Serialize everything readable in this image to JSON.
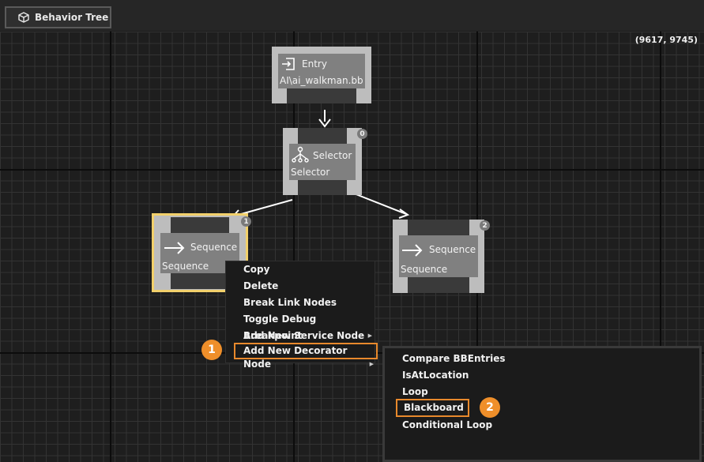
{
  "tab": {
    "icon": "cube-icon",
    "label": "Behavior Tree"
  },
  "canvas": {
    "coordinates": "(9617, 9745)"
  },
  "nodes": {
    "entry": {
      "icon": "entry-icon",
      "title": "Entry",
      "sub": "AI\\ai_walkman.bb"
    },
    "selector": {
      "icon": "selector-icon",
      "title": "Selector",
      "sub": "Selector",
      "badge": "0"
    },
    "sequence_left": {
      "icon": "arrow-right-icon",
      "title": "Sequence",
      "sub": "Sequence",
      "badge": "1"
    },
    "sequence_right": {
      "icon": "arrow-right-icon",
      "title": "Sequence",
      "sub": "Sequence",
      "badge": "2"
    }
  },
  "context_menu": {
    "items": [
      {
        "label": "Copy"
      },
      {
        "label": "Delete"
      },
      {
        "label": "Break Link Nodes"
      },
      {
        "label": "Toggle Debug Breakpoint"
      },
      {
        "label": "Add New Service Node",
        "submenu": true
      },
      {
        "label": "Add New Decorator Node",
        "submenu": true,
        "highlighted": true
      }
    ]
  },
  "submenu": {
    "items": [
      {
        "label": "Compare BBEntries"
      },
      {
        "label": "IsAtLocation"
      },
      {
        "label": "Loop"
      },
      {
        "label": "Blackboard",
        "highlighted": true
      },
      {
        "label": "Conditional Loop"
      }
    ]
  },
  "steps": [
    "1",
    "2"
  ],
  "colors": {
    "highlight": "#e8892c",
    "selected_node": "#f2d06b",
    "step_badge": "#ef8f2a"
  }
}
